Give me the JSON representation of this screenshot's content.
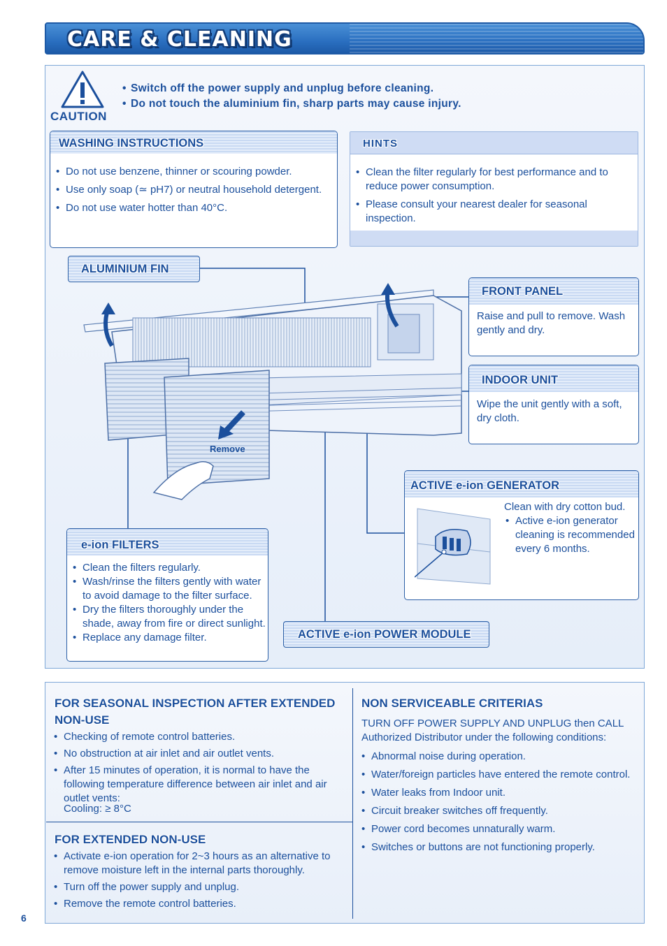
{
  "header": {
    "title": "CARE & CLEANING"
  },
  "caution": {
    "label": "CAUTION",
    "lines": [
      "Switch off the power supply and unplug before cleaning.",
      "Do not touch the aluminium fin, sharp parts may cause injury."
    ]
  },
  "washing": {
    "title": "WASHING  INSTRUCTIONS",
    "items": [
      "Do not use benzene, thinner or scouring powder.",
      "Use only soap (≃ pH7) or neutral household detergent.",
      "Do not use water hotter than 40°C."
    ]
  },
  "hints": {
    "title": "HINTS",
    "items": [
      "Clean the filter regularly for best performance and to reduce power consumption.",
      "Please consult your nearest dealer for seasonal inspection."
    ]
  },
  "aluminium_fin": {
    "label": "ALUMINIUM FIN"
  },
  "front_panel": {
    "title": "FRONT PANEL",
    "text": "Raise and pull to remove. Wash gently and dry."
  },
  "indoor_unit": {
    "title": "INDOOR UNIT",
    "text": "Wipe the unit gently with a soft, dry cloth."
  },
  "generator": {
    "title": "ACTIVE e-ion GENERATOR",
    "text": "Clean with dry cotton bud.",
    "items": [
      "Active e-ion generator cleaning is recommended every 6 months."
    ]
  },
  "filters": {
    "title": "e-ion FILTERS",
    "items": [
      "Clean the filters regularly.",
      "Wash/rinse the filters gently with water to avoid damage to the filter surface.",
      "Dry the filters thoroughly under the shade, away from fire or direct sunlight.",
      "Replace any damage filter."
    ]
  },
  "power_module": {
    "label": "ACTIVE e-ion POWER MODULE"
  },
  "illustration": {
    "remove_label": "Remove"
  },
  "seasonal": {
    "title": "FOR SEASONAL INSPECTION AFTER EXTENDED NON-USE",
    "items": [
      "Checking of remote control batteries.",
      "No obstruction at air inlet and air outlet vents.",
      "After 15 minutes of operation, it is normal to have the following temperature difference between air inlet and air outlet vents:"
    ],
    "cooling": "Cooling: ≥ 8°C"
  },
  "extended": {
    "title": "FOR EXTENDED NON-USE",
    "items": [
      "Activate e-ion operation for 2~3 hours as an alternative to remove moisture left in the internal parts thoroughly.",
      "Turn off the power supply and unplug.",
      "Remove the remote control batteries."
    ]
  },
  "non_serviceable": {
    "title": "NON SERVICEABLE CRITERIAS",
    "intro": "TURN OFF POWER SUPPLY AND UNPLUG then CALL Authorized Distributor under the following conditions:",
    "items": [
      "Abnormal noise during operation.",
      "Water/foreign particles have entered the remote control.",
      "Water leaks from Indoor unit.",
      "Circuit breaker switches off frequently.",
      "Power cord becomes unnaturally warm.",
      "Switches or buttons are not functioning properly."
    ]
  },
  "page": {
    "number": "6"
  },
  "colors": {
    "primary": "#1b4f9c",
    "accent": "#2a6fc0",
    "panel_bg": "#eef3fb"
  }
}
